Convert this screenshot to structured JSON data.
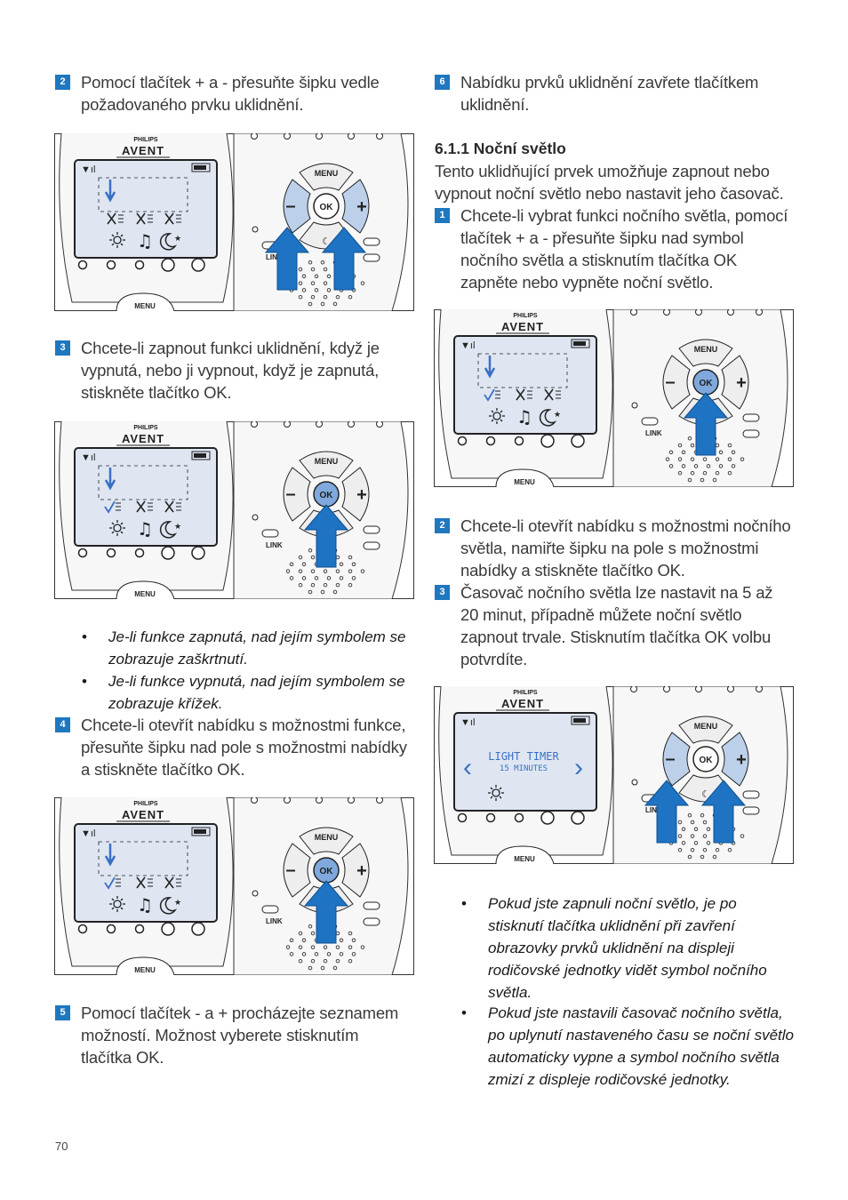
{
  "left": {
    "step2": {
      "num": "2",
      "text": "Pomocí tlačítek + a - přesuňte šipku vedle požadovaného prvku uklidnění."
    },
    "step3": {
      "num": "3",
      "text": "Chcete-li zapnout funkci uklidnění, když je vypnutá, nebo ji vypnout, když je zapnutá, stiskněte tlačítko OK."
    },
    "bullet1": "Je-li funkce zapnutá, nad jejím symbolem se zobrazuje zaškrtnutí.",
    "bullet2": "Je-li funkce vypnutá, nad jejím symbolem se zobrazuje křížek.",
    "step4": {
      "num": "4",
      "text": "Chcete-li otevřít nabídku s možnostmi funkce, přesuňte šipku nad pole s možnostmi nabídky a stiskněte tlačítko OK."
    },
    "step5": {
      "num": "5",
      "text": "Pomocí tlačítek - a + procházejte seznamem možností. Možnost vyberete stisknutím tlačítka OK."
    }
  },
  "right": {
    "step6": {
      "num": "6",
      "text": "Nabídku prvků uklidnění zavřete tlačítkem uklidnění."
    },
    "section_title": "6.1.1 Noční světlo",
    "intro": "Tento uklidňující prvek umožňuje zapnout nebo vypnout noční světlo nebo nastavit jeho časovač.",
    "step1": {
      "num": "1",
      "text": "Chcete-li vybrat funkci nočního světla, pomocí tlačítek + a - přesuňte šipku nad symbol nočního světla a stisknutím tlačítka OK zapněte nebo vypněte noční světlo."
    },
    "step2": {
      "num": "2",
      "text": "Chcete-li otevřít nabídku s možnostmi nočního světla, namiřte šipku na pole s možnostmi nabídky a stiskněte tlačítko OK."
    },
    "step3": {
      "num": "3",
      "text": "Časovač nočního světla lze nastavit na 5 až 20 minut, případně můžete noční světlo zapnout trvale. Stisknutím tlačítka OK volbu potvrdíte."
    },
    "bullet1": "Pokud jste zapnuli noční světlo, je po stisknutí tlačítka uklidnění při zavření obrazovky prvků uklidnění na displeji rodičovské jednotky vidět symbol nočního světla.",
    "bullet2": "Pokud jste nastavili časovač nočního světla, po uplynutí nastaveného času se noční světlo automaticky vypne a symbol nočního světla zmizí z displeje rodičovské jednotky."
  },
  "device": {
    "brand": "PHILIPS",
    "logo": "AVENT",
    "menu_label": "MENU",
    "ok_label": "OK",
    "link_label": "LINK",
    "timer_title": "LIGHT TIMER",
    "timer_value": "15 MINUTES"
  },
  "page_number": "70",
  "colors": {
    "accent": "#1f77bf",
    "screen": "#dfe6f2",
    "lcd_text": "#3a6fc4"
  }
}
